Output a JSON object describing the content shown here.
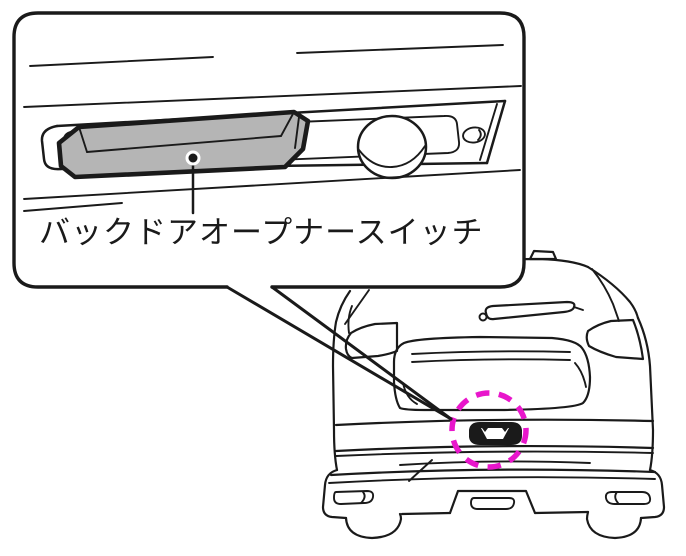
{
  "figure": {
    "type": "vehicle-manual-illustration",
    "callout": {
      "label": "バックドアオープナースイッチ"
    },
    "vehicle": {
      "view": "rear",
      "highlighted_part": "back-door-opener-switch"
    },
    "colors": {
      "line": "#1a1a1a",
      "switch_fill": "#b5b5b5",
      "highlight_circle": "#e816cb",
      "background": "#ffffff"
    }
  }
}
